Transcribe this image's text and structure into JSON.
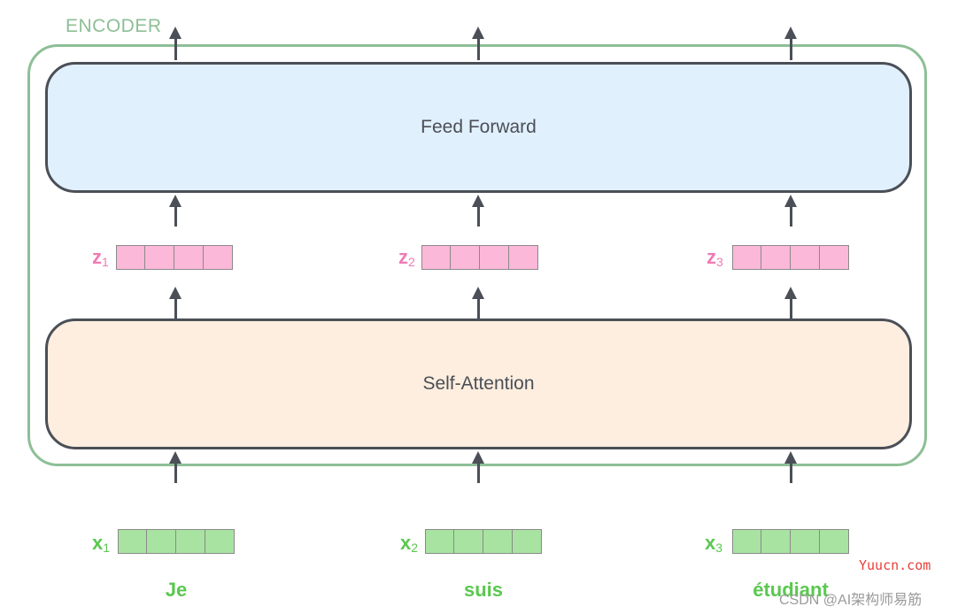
{
  "encoder": {
    "label": "ENCODER"
  },
  "layers": {
    "feed_forward": "Feed Forward",
    "self_attention": "Self-Attention"
  },
  "z_vectors": [
    {
      "name": "z",
      "index": "1"
    },
    {
      "name": "z",
      "index": "2"
    },
    {
      "name": "z",
      "index": "3"
    }
  ],
  "x_vectors": [
    {
      "name": "x",
      "index": "1"
    },
    {
      "name": "x",
      "index": "2"
    },
    {
      "name": "x",
      "index": "3"
    }
  ],
  "words": [
    "Je",
    "suis",
    "étudiant"
  ],
  "watermarks": {
    "site": "Yuucn.com",
    "csdn": "CSDN @AI架构师易筋"
  },
  "colors": {
    "encoder_border": "#8dbf96",
    "feed_forward_fill": "#e1f0fd",
    "self_attention_fill": "#fdeedf",
    "z_color": "#f07ab4",
    "z_cell": "#fcb8d8",
    "x_color": "#5ac84f",
    "x_cell": "#a8e3a1"
  }
}
